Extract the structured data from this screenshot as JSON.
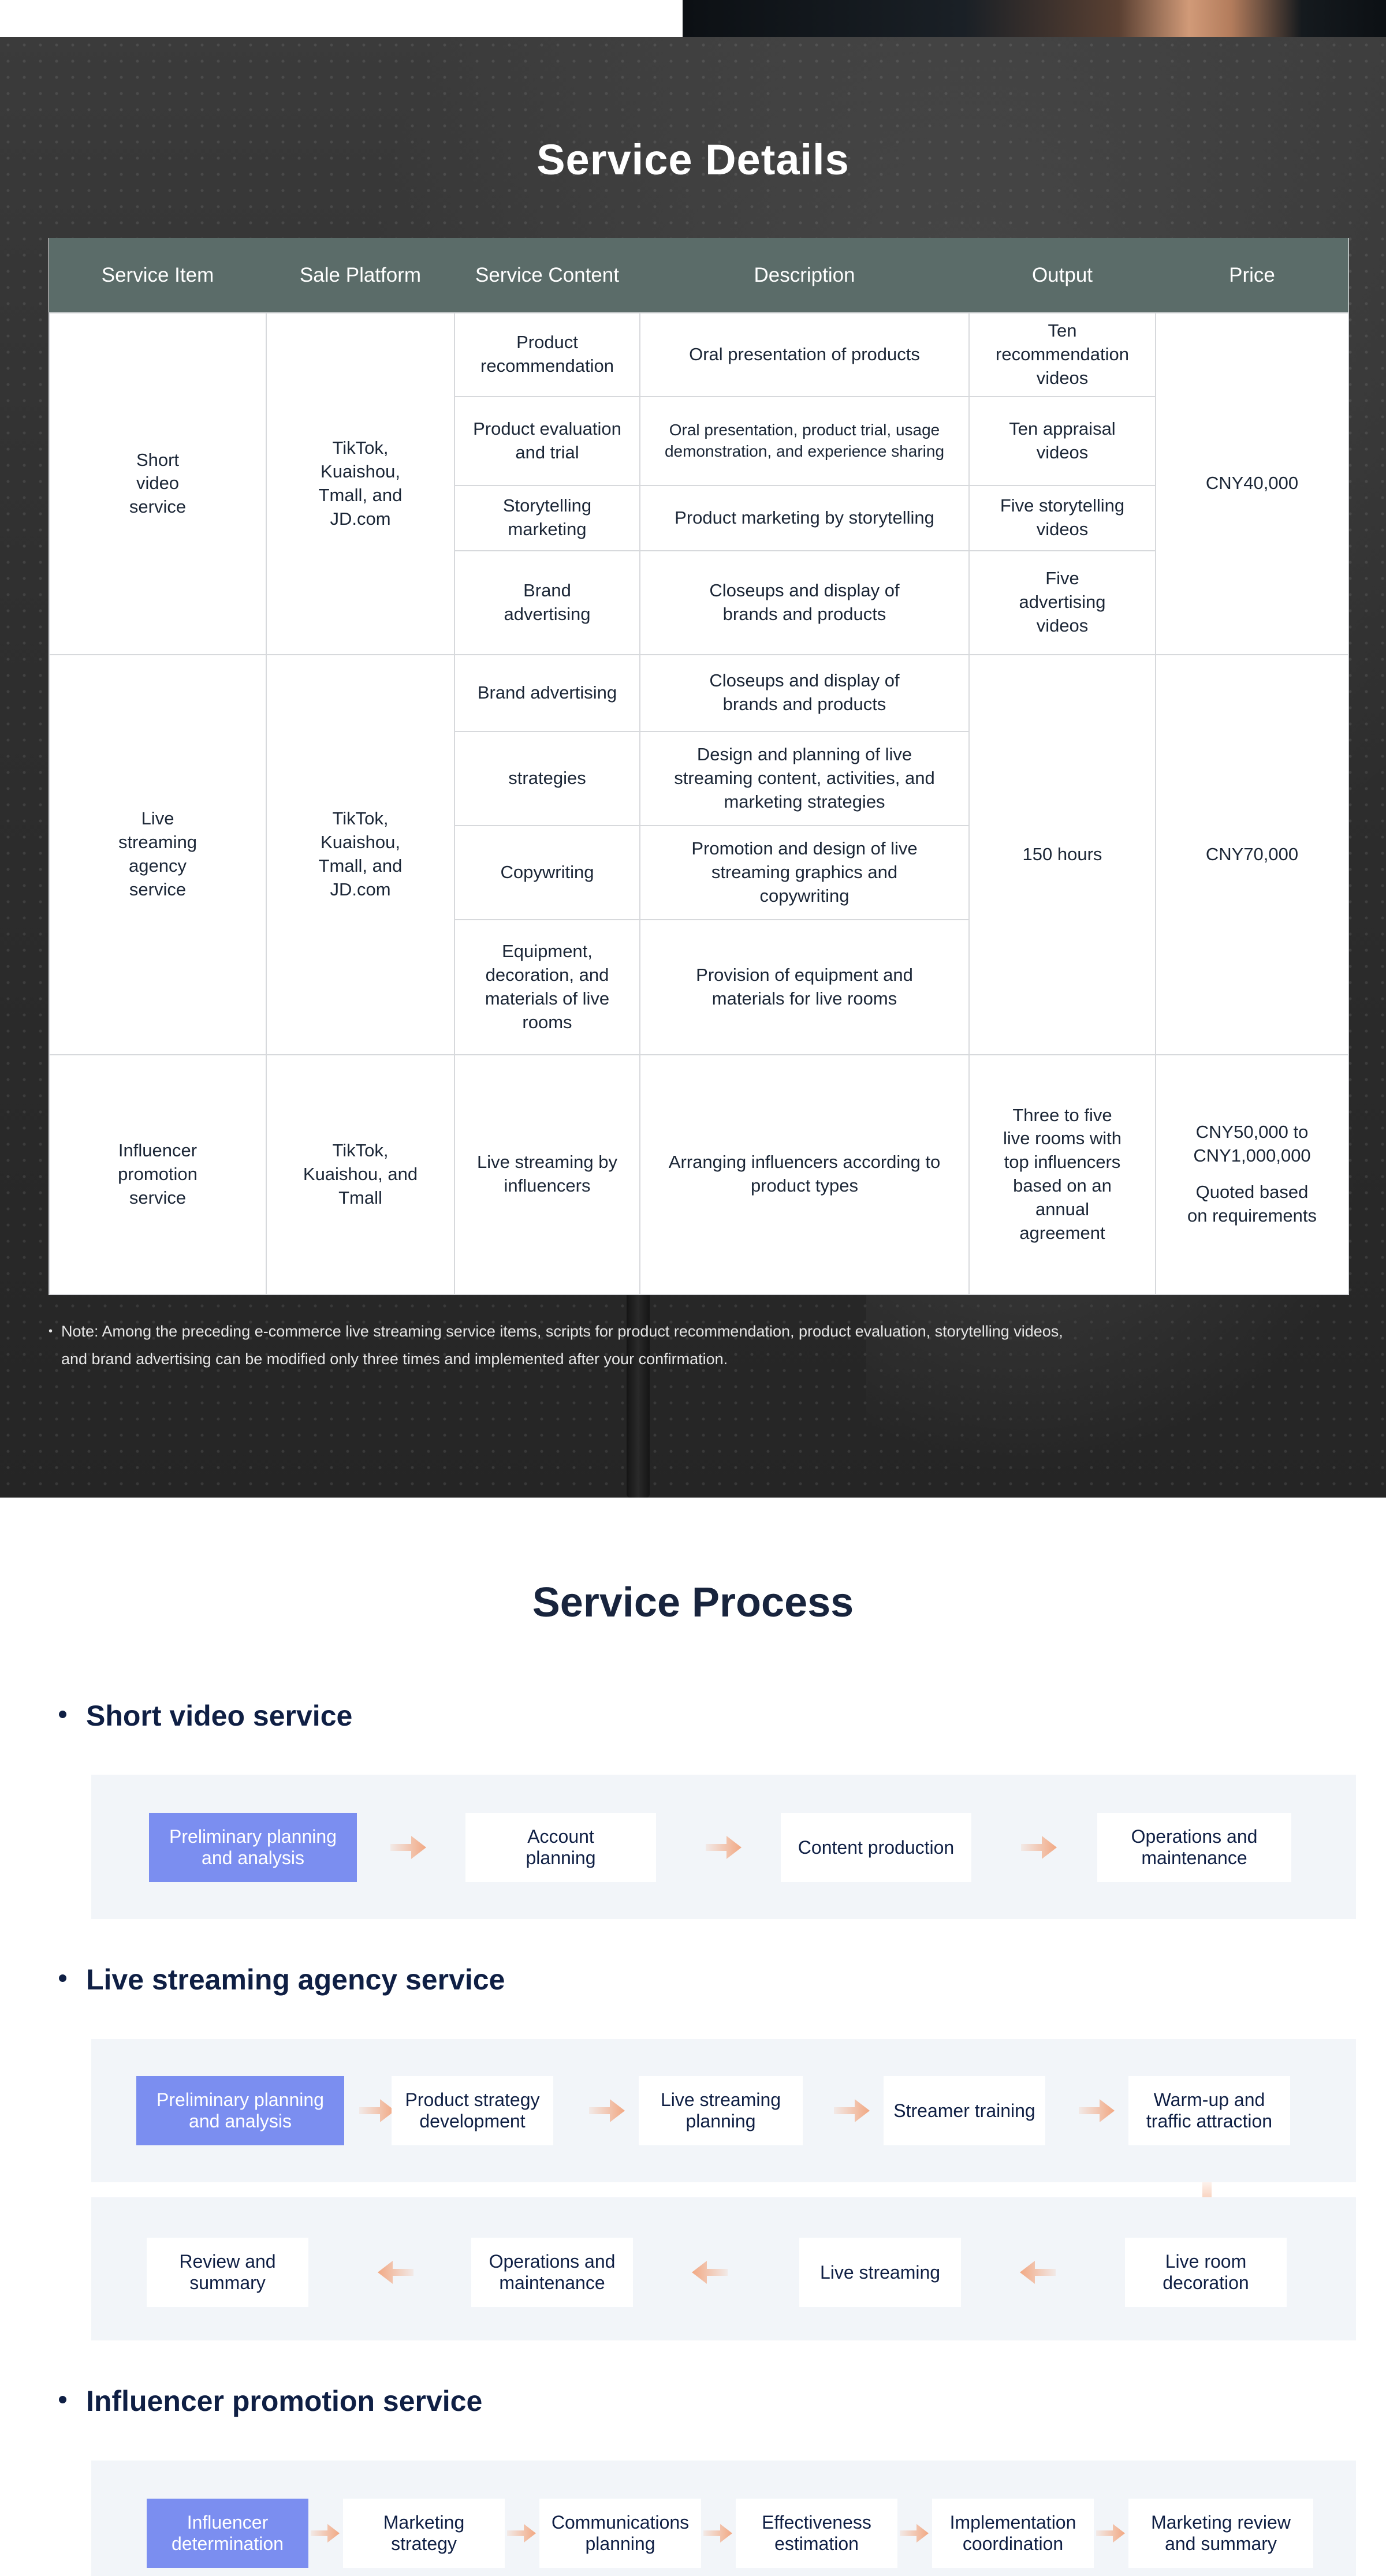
{
  "details": {
    "title": "Service Details",
    "headers": [
      "Service Item",
      "Sale Platform",
      "Service Content",
      "Description",
      "Output",
      "Price"
    ],
    "short_video": {
      "item": "Short\nvideo\nservice",
      "platform": "TikTok,\nKuaishou,\nTmall, and\nJD.com",
      "price": "CNY40,000",
      "rows": [
        {
          "content": "Product\nrecommendation",
          "description": "Oral presentation of products",
          "output": "Ten recommendation\nvideos"
        },
        {
          "content": "Product evaluation\nand trial",
          "description": "Oral presentation, product trial, usage\ndemonstration, and experience sharing",
          "output": "Ten appraisal\nvideos"
        },
        {
          "content": "Storytelling\nmarketing",
          "description": "Product marketing by storytelling",
          "output": "Five storytelling\nvideos"
        },
        {
          "content": "Brand\nadvertising",
          "description": "Closeups and display of\nbrands and products",
          "output": "Five\nadvertising\nvideos"
        }
      ]
    },
    "live_streaming": {
      "item": "Live\nstreaming\nagency\nservice",
      "platform": "TikTok,\nKuaishou,\nTmall, and\nJD.com",
      "output": "150 hours",
      "price": "CNY70,000",
      "rows": [
        {
          "content": "Brand advertising",
          "description": "Closeups and display of\nbrands and products"
        },
        {
          "content": "strategies",
          "description": "Design and planning of live\nstreaming content, activities, and\nmarketing strategies"
        },
        {
          "content": "Copywriting",
          "description": "Promotion and design of live\nstreaming graphics and\ncopywriting"
        },
        {
          "content": "Equipment,\ndecoration, and\nmaterials of live\nrooms",
          "description": "Provision of equipment and\nmaterials for live rooms"
        }
      ]
    },
    "influencer": {
      "item": "Influencer\npromotion\nservice",
      "platform": "TikTok,\nKuaishou, and\nTmall",
      "content": "Live streaming by\ninfluencers",
      "description": "Arranging influencers according to\nproduct types",
      "output": "Three to five\nlive rooms with\ntop influencers\nbased on an\nannual\nagreement",
      "price_range": "CNY50,000 to\nCNY1,000,000",
      "price_note": "Quoted based\non requirements"
    },
    "note": "Note: Among the preceding e-commerce live streaming service items, scripts for product recommendation, product evaluation, storytelling videos,\nand brand advertising can be modified only three times and implemented after your confirmation."
  },
  "process": {
    "title": "Service Process",
    "short_video": {
      "heading": "Short video service",
      "steps": [
        "Preliminary planning\nand analysis",
        "Account\nplanning",
        "Content production",
        "Operations and\nmaintenance"
      ]
    },
    "live_streaming": {
      "heading": "Live streaming agency service",
      "steps_row1": [
        "Preliminary planning\nand analysis",
        "Product strategy\ndevelopment",
        "Live streaming\nplanning",
        "Streamer training",
        "Warm-up and\ntraffic attraction"
      ],
      "steps_row2": [
        "Review and\nsummary",
        "Operations and\nmaintenance",
        "Live streaming",
        "Live room\ndecoration"
      ]
    },
    "influencer": {
      "heading": "Influencer promotion service",
      "steps": [
        "Influencer\ndetermination",
        "Marketing\nstrategy",
        "Communications\nplanning",
        "Effectiveness\nestimation",
        "Implementation\ncoordination",
        "Marketing review\nand summary"
      ]
    }
  },
  "colors": {
    "header_bg": "#5b6c69",
    "active_step": "#7b8ef0",
    "arrow": "#f2a883",
    "heading": "#0f1f44",
    "panel_bg": "#f2f5f9"
  }
}
